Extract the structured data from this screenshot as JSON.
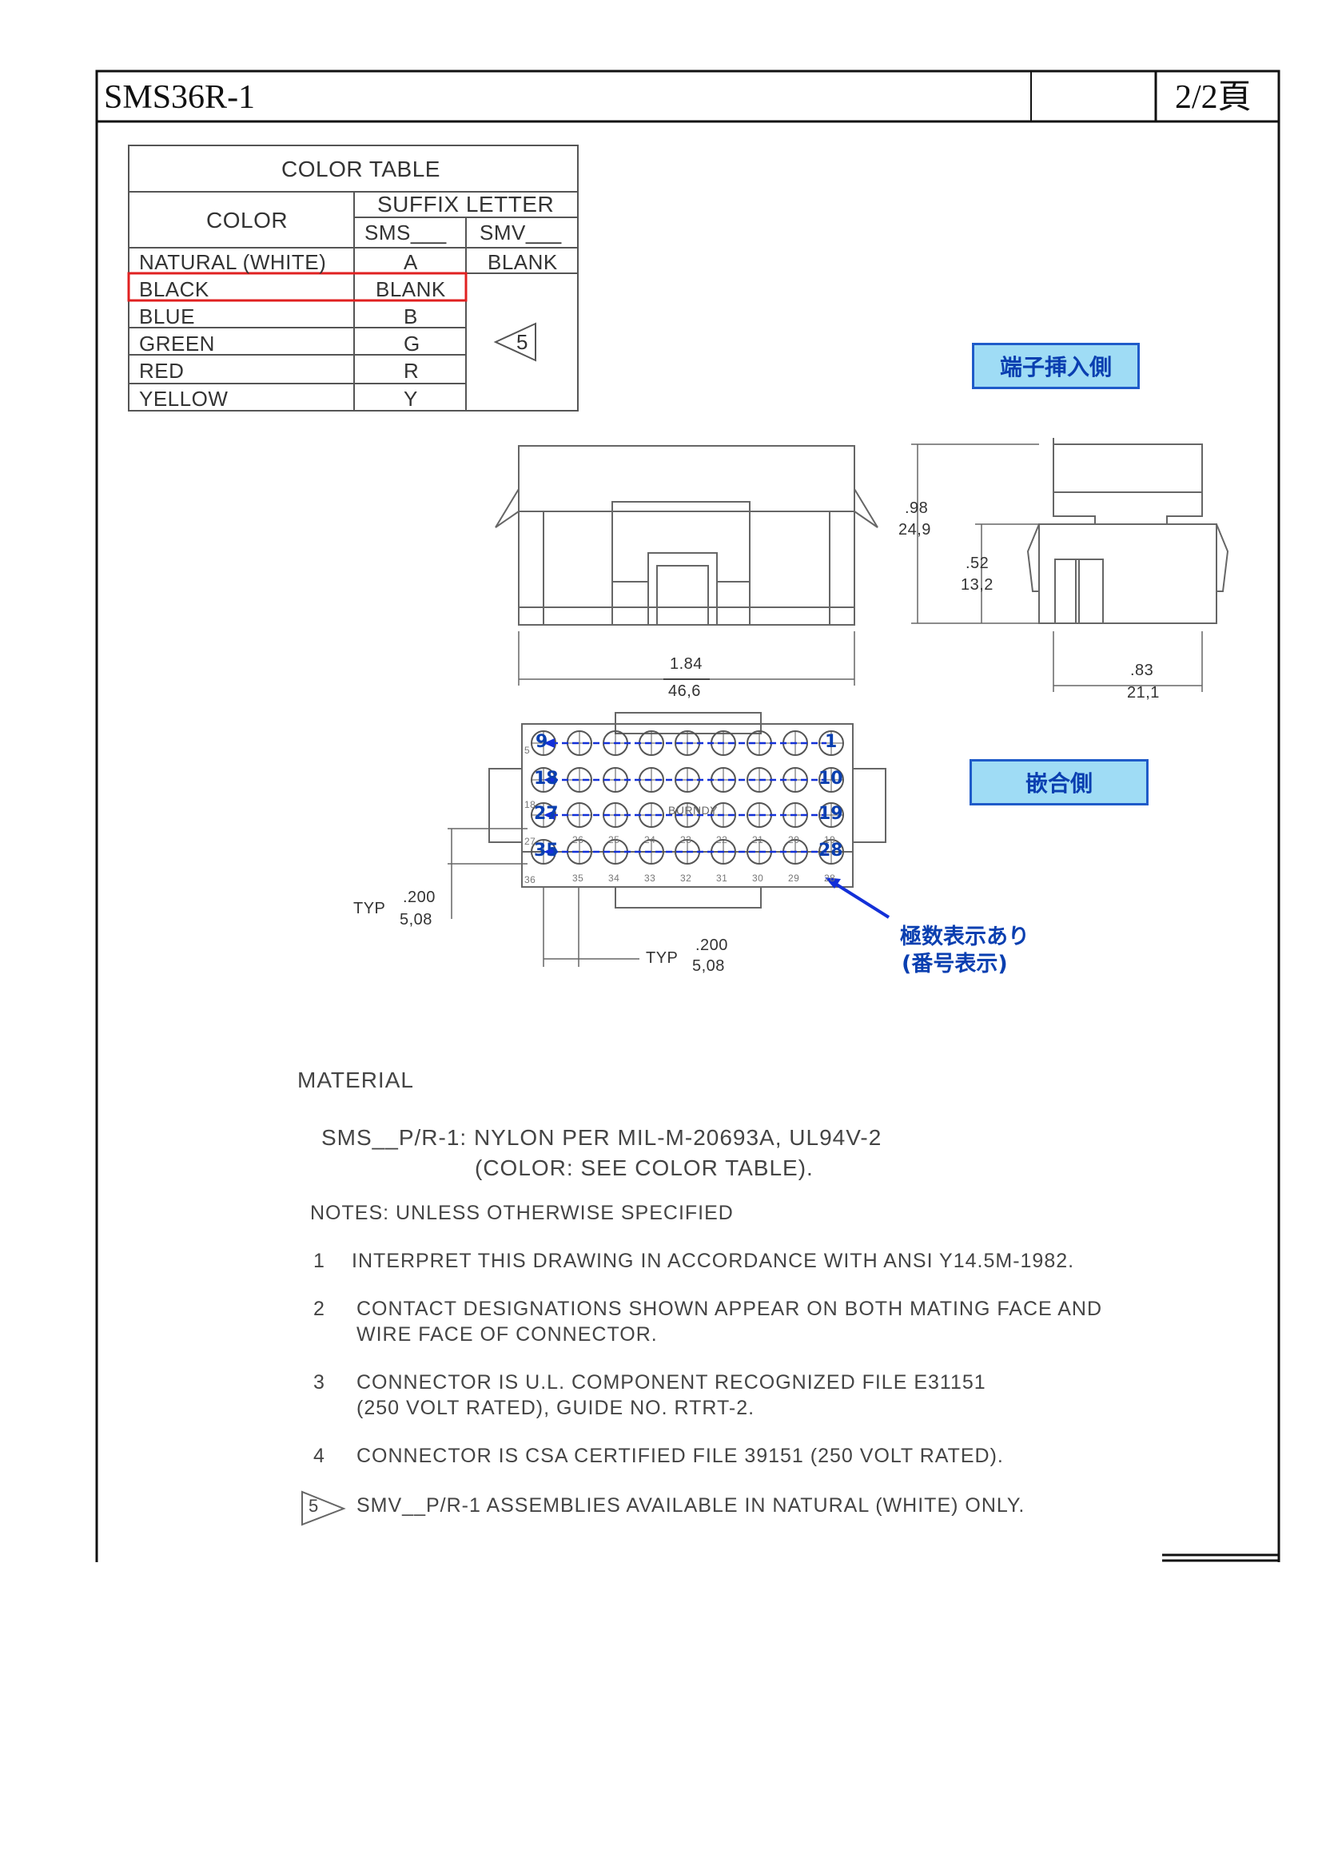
{
  "header": {
    "title": "SMS36R-1",
    "page": "2/2頁"
  },
  "color_table": {
    "title": "COLOR TABLE",
    "col_color": "COLOR",
    "col_suffix": "SUFFIX LETTER",
    "sub_sms": "SMS___",
    "sub_smv": "SMV___",
    "rows": [
      {
        "color": "NATURAL (WHITE)",
        "sms": "A",
        "smv": "BLANK"
      },
      {
        "color": "BLACK",
        "sms": "BLANK",
        "smv": ""
      },
      {
        "color": "BLUE",
        "sms": "B",
        "smv": ""
      },
      {
        "color": "GREEN",
        "sms": "G",
        "smv": ""
      },
      {
        "color": "RED",
        "sms": "R",
        "smv": ""
      },
      {
        "color": "YELLOW",
        "sms": "Y",
        "smv": ""
      }
    ],
    "note_flag": "5",
    "highlight_color": "#e02020"
  },
  "labels": {
    "terminal_side": "端子挿入側",
    "mating_side": "嵌合側",
    "polarity_line1": "極数表示あり",
    "polarity_line2": "(番号表示)"
  },
  "dimensions": {
    "height_in": ".98",
    "height_mm": "24,9",
    "mid_in": ".52",
    "mid_mm": "13,2",
    "width_in": "1.84",
    "width_mm": "46,6",
    "depth_in": ".83",
    "depth_mm": "21,1",
    "typ_label": "TYP",
    "pitch_in": ".200",
    "pitch_mm": "5,08",
    "brand": "BURNDY"
  },
  "pin_numbers": {
    "row1": [
      "9",
      "1"
    ],
    "row2": [
      "18",
      "10"
    ],
    "row3": [
      "27",
      "19"
    ],
    "row4": [
      "35",
      "28"
    ],
    "small_left": [
      "5",
      "18",
      "27",
      "36"
    ],
    "small_row3": [
      "26",
      "25",
      "24",
      "23",
      "22",
      "21",
      "20",
      "19"
    ],
    "small_row4": [
      "35",
      "34",
      "33",
      "32",
      "31",
      "30",
      "29",
      "28"
    ],
    "accent": "#1330d8"
  },
  "material": {
    "heading": "MATERIAL",
    "line1": "SMS__P/R-1: NYLON PER MIL-M-20693A, UL94V-2",
    "line2": "(COLOR: SEE COLOR TABLE)."
  },
  "notes": {
    "heading": "NOTES: UNLESS OTHERWISE SPECIFIED",
    "items": [
      {
        "num": "1",
        "text": "INTERPRET THIS DRAWING IN ACCORDANCE WITH ANSI Y14.5M-1982."
      },
      {
        "num": "2",
        "text": "CONTACT DESIGNATIONS SHOWN APPEAR ON BOTH MATING FACE AND",
        "text2": "WIRE FACE OF CONNECTOR."
      },
      {
        "num": "3",
        "text": "CONNECTOR IS U.L. COMPONENT RECOGNIZED FILE E31151",
        "text2": "(250 VOLT RATED), GUIDE NO. RTRT-2."
      },
      {
        "num": "4",
        "text": "CONNECTOR IS CSA CERTIFIED FILE 39151 (250 VOLT RATED)."
      },
      {
        "num": "5",
        "text": "SMV__P/R-1 ASSEMBLIES AVAILABLE IN NATURAL (WHITE) ONLY."
      }
    ]
  }
}
